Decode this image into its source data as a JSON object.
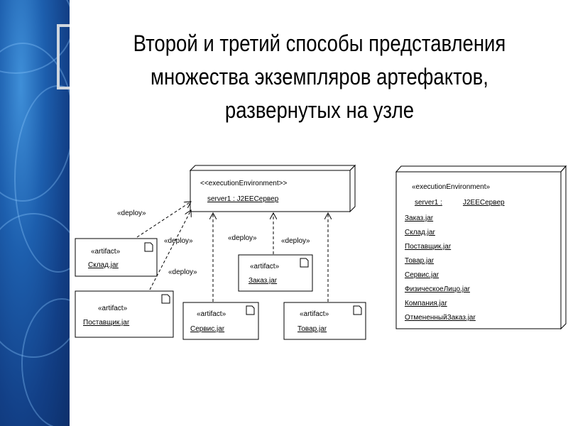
{
  "title": {
    "line1": "Второй и третий способы представления",
    "line2": "множества экземпляров артефактов,",
    "line3": "развернутых на узле"
  },
  "left_diagram": {
    "node": {
      "stereotype": "<<executionEnvironment>>",
      "name": "server1 : J2EEСервер"
    },
    "artifacts": [
      {
        "id": "sklad",
        "stereotype": "«artifact»",
        "name": "Склад.jar"
      },
      {
        "id": "postavschik",
        "stereotype": "«artifact»",
        "name": "Поставщик.jar"
      },
      {
        "id": "servis",
        "stereotype": "«artifact»",
        "name": "Сервис.jar"
      },
      {
        "id": "zakaz",
        "stereotype": "«artifact»",
        "name": "Заказ.jar"
      },
      {
        "id": "tovar",
        "stereotype": "«artifact»",
        "name": "Товар.jar"
      }
    ],
    "deploy_labels": [
      "«deploy»",
      "«deploy»",
      "«deploy»",
      "«deploy»",
      "«deploy»"
    ]
  },
  "right_diagram": {
    "stereotype": "«executionEnvironment»",
    "name_left": "server1 :",
    "name_right": "J2EEСервер",
    "artifacts": [
      "Заказ.jar",
      "Склад.jar",
      "Поставщик.jar",
      "Товар.jar",
      "Сервис.jar",
      "ФизическоеЛицо.jar",
      "Компания.jar",
      "ОтмененныйЗаказ.jar"
    ]
  }
}
